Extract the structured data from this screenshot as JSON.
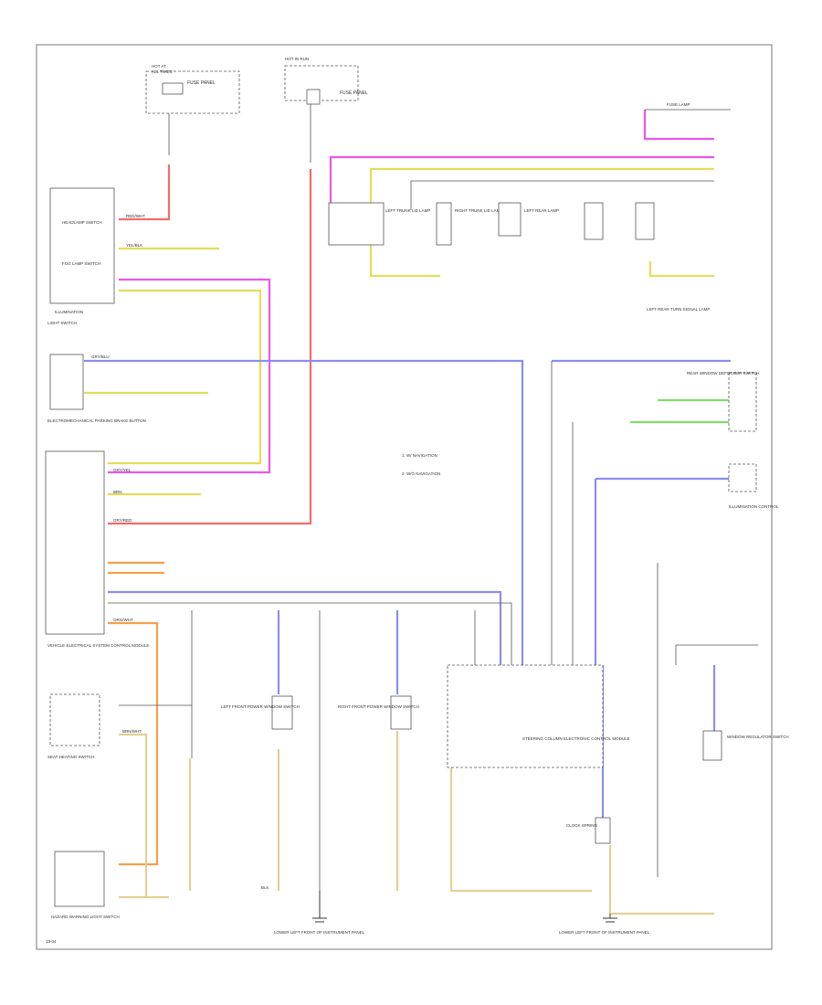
{
  "colors": {
    "red": "#f26b6b",
    "yellow": "#e6db5a",
    "magenta": "#ee55e6",
    "blue": "#8c8cf0",
    "orange": "#f2a04a",
    "green": "#7fdc6a",
    "tan": "#e3cf96",
    "gray": "#bbbbbb"
  },
  "labels": {
    "light_switch": "LIGHT SWITCH",
    "headlamp_switch": "HEADLAMP SWITCH",
    "fog_lamp_switch": "FOG LAMP SWITCH",
    "illumination": "ILLUMINATION",
    "fuse_panel_a": "FUSE PANEL",
    "fuse_panel_b": "FUSE PANEL",
    "electromechanical_parking_brake": "ELECTROMECHANICAL PARKING BRAKE BUTTON",
    "left_trunk_lid_lamp": "LEFT TRUNK LID LAMP",
    "right_trunk_lid_lamp": "RIGHT TRUNK LID LAMP",
    "left_rear_lamp": "LEFT REAR LAMP",
    "left_rear_turn_signal_lamp": "LEFT REAR TURN SIGNAL LAMP",
    "vehicle_electrical_control_module": "VEHICLE ELECTRICAL SYSTEM CONTROL MODULE",
    "seat_heating_switch": "SEAT HEATING SWITCH",
    "hazard_warning_switch": "HAZARD WARNING LIGHT SWITCH",
    "left_front_power_window_switch": "LEFT FRONT POWER WINDOW SWITCH",
    "right_front_power_window_switch": "RIGHT FRONT POWER WINDOW SWITCH",
    "steering_column_module": "STEERING COLUMN ELECTRONIC CONTROL MODULE",
    "window_regulator_switch": "WINDOW REGULATOR SWITCH",
    "clock_spring": "CLOCK SPRING",
    "rear_window_defogger": "REAR WINDOW DEFOGGER SWITCH",
    "illumination_control": "ILLUMINATION CONTROL",
    "ground_a": "LOWER LEFT FRONT OF INSTRUMENT PANEL",
    "ground_b": "LOWER LEFT FRONT OF INSTRUMENT PANEL",
    "legend_1": "1: W/ NAVIGATION",
    "legend_2": "2: W/O NAVIGATION",
    "fused_lamp": "FUSE LAMP",
    "page_id": "13-04"
  },
  "wires": {
    "red": "RED/WHT",
    "yellow_blk": "YEL/BLK",
    "gry_blu": "GRY/BLU",
    "gry_yel": "GRY/YEL",
    "brn": "BRN",
    "brn_wht": "BRN/WHT",
    "org_wht": "ORG/WHT",
    "gry_red": "GRY/RED",
    "blk": "BLK"
  }
}
